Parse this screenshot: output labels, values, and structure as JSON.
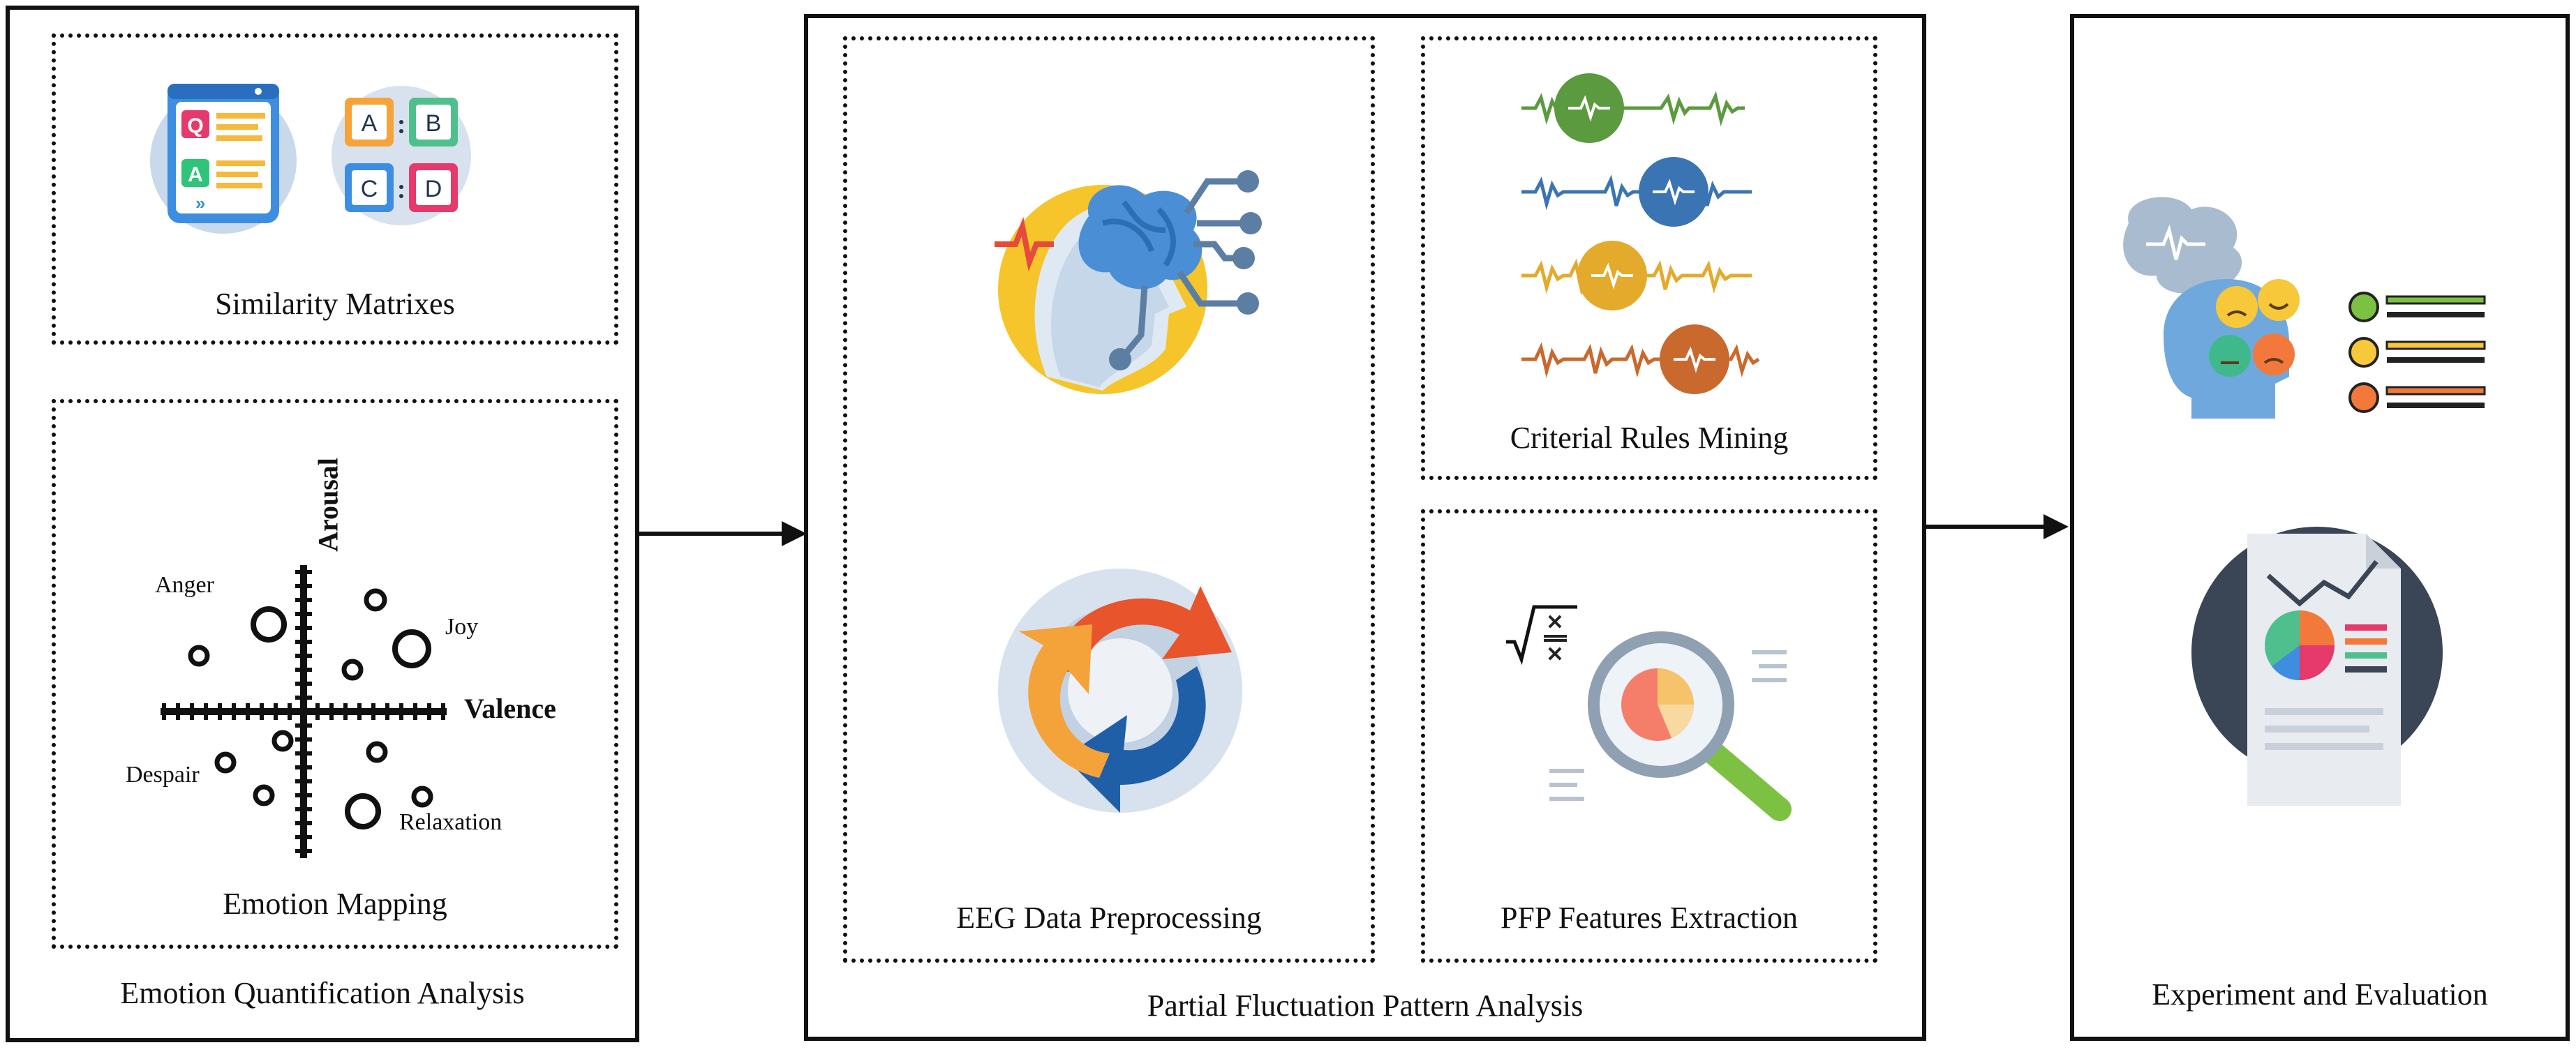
{
  "panels": {
    "left": {
      "caption": "Emotion Quantification Analysis",
      "similarity": {
        "caption": "Similarity Matrixes",
        "qa_letters": [
          "Q",
          "A"
        ],
        "grid_letters": [
          "A",
          "B",
          "C",
          "D"
        ]
      },
      "mapping": {
        "caption": "Emotion Mapping",
        "y_axis": "Arousal",
        "x_axis": "Valence",
        "emotions": {
          "anger": "Anger",
          "joy": "Joy",
          "despair": "Despair",
          "relaxation": "Relaxation"
        }
      }
    },
    "middle": {
      "caption": "Partial Fluctuation Pattern Analysis",
      "preprocessing": {
        "caption": "EEG Data Preprocessing"
      },
      "rules": {
        "caption": "Criterial Rules Mining"
      },
      "features": {
        "caption": "PFP Features Extraction"
      }
    },
    "right": {
      "caption": "Experiment and Evaluation"
    }
  },
  "colors": {
    "wave_green": "#5b9a3e",
    "wave_blue": "#3b74b3",
    "wave_yellow": "#e3aa2c",
    "wave_orange": "#c9692d",
    "brain_blue": "#4a8fd6",
    "head_light": "#d9e6f1",
    "halo_yellow": "#f5c52b",
    "arrow_red": "#e8542b",
    "arrow_orange": "#f4a23a",
    "arrow_blue": "#1f5fa8",
    "report_dark": "#3a4556"
  },
  "icons": [
    "qa-icon",
    "abcd-grid-icon",
    "brain-head-icon",
    "cycle-arrows-icon",
    "eeg-waves-icon",
    "magnifier-chart-icon",
    "emotion-head-icon",
    "feedback-list-icon",
    "report-chart-icon"
  ]
}
